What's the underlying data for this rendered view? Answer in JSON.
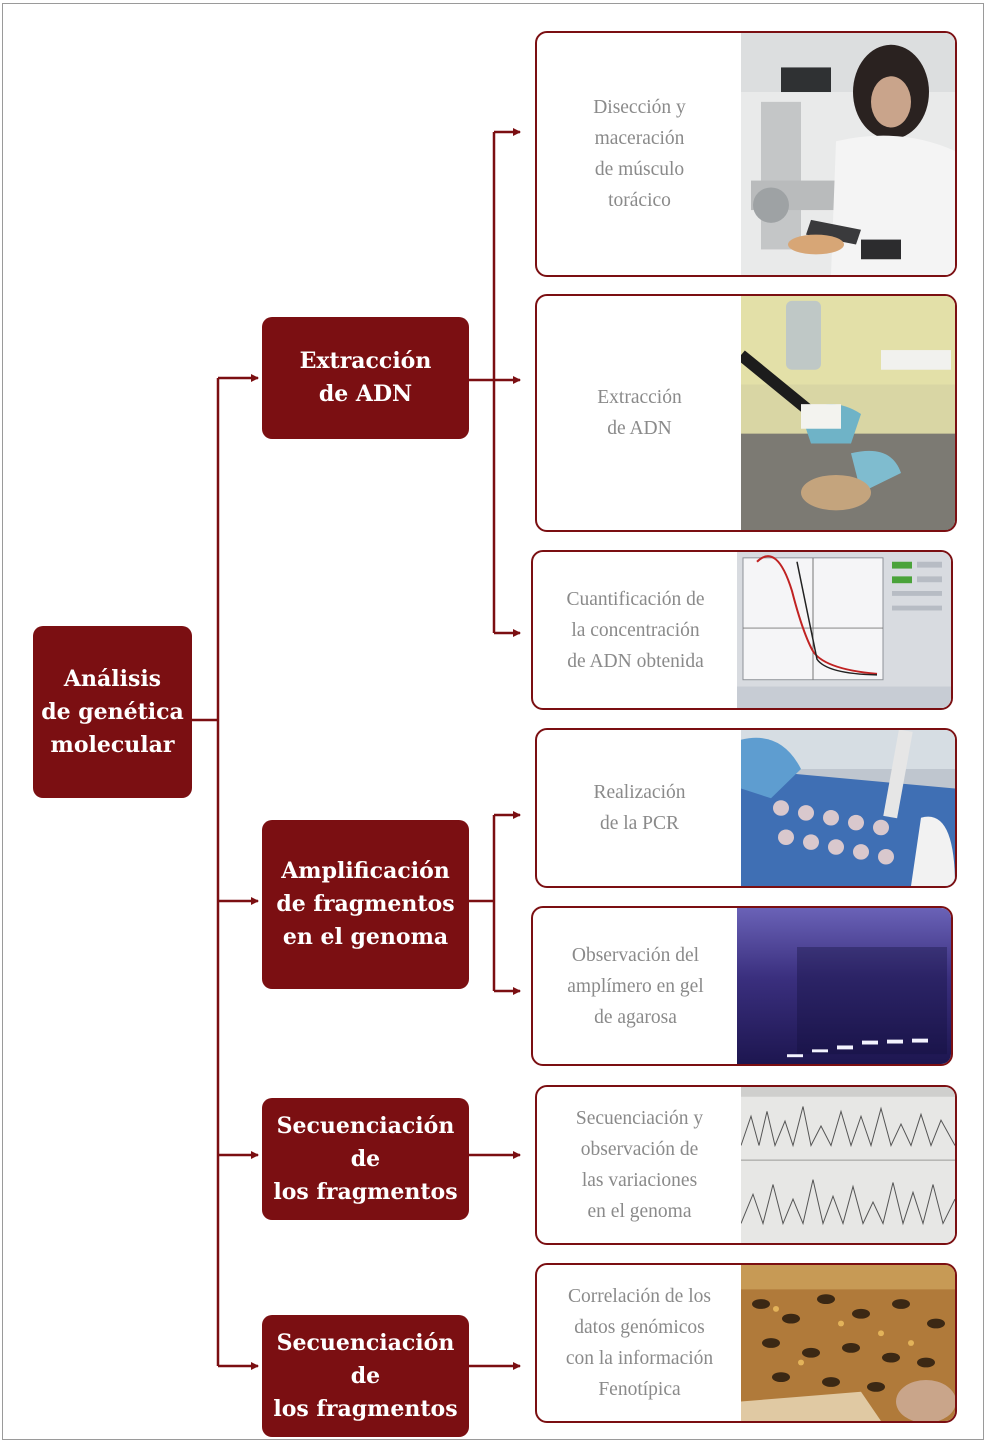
{
  "root": {
    "label": "Análisis\nde genética\nmolecular"
  },
  "stages": [
    {
      "label": "Extracción\nde ADN"
    },
    {
      "label": "Amplificación\nde fragmentos\nen el genoma"
    },
    {
      "label": "Secuenciación de\nlos fragmentos"
    },
    {
      "label": "Secuenciación de\nlos fragmentos"
    }
  ],
  "steps": [
    {
      "label": "Disección y\nmaceración\nde músculo\ntorácico",
      "photo": "microscope-photo"
    },
    {
      "label": "Extracción\nde ADN",
      "photo": "pipetting-photo"
    },
    {
      "label": "Cuantificación de\nla concentración\nde ADN obtenida",
      "photo": "spectrophotometer-screen-photo"
    },
    {
      "label": "Realización\nde la PCR",
      "photo": "pcr-tubes-photo"
    },
    {
      "label": "Observación del\namplímero en gel\nde agarosa",
      "photo": "agarose-gel-photo"
    },
    {
      "label": "Secuenciación y\nobservación de\nlas variaciones\nen el genoma",
      "photo": "chromatogram-photo"
    },
    {
      "label": "Correlación de los\ndatos genómicos\ncon la información\nFenotípica",
      "photo": "honeybee-comb-photo"
    }
  ],
  "colors": {
    "accent": "#7b0f12",
    "step_text": "#8a8a8a"
  }
}
